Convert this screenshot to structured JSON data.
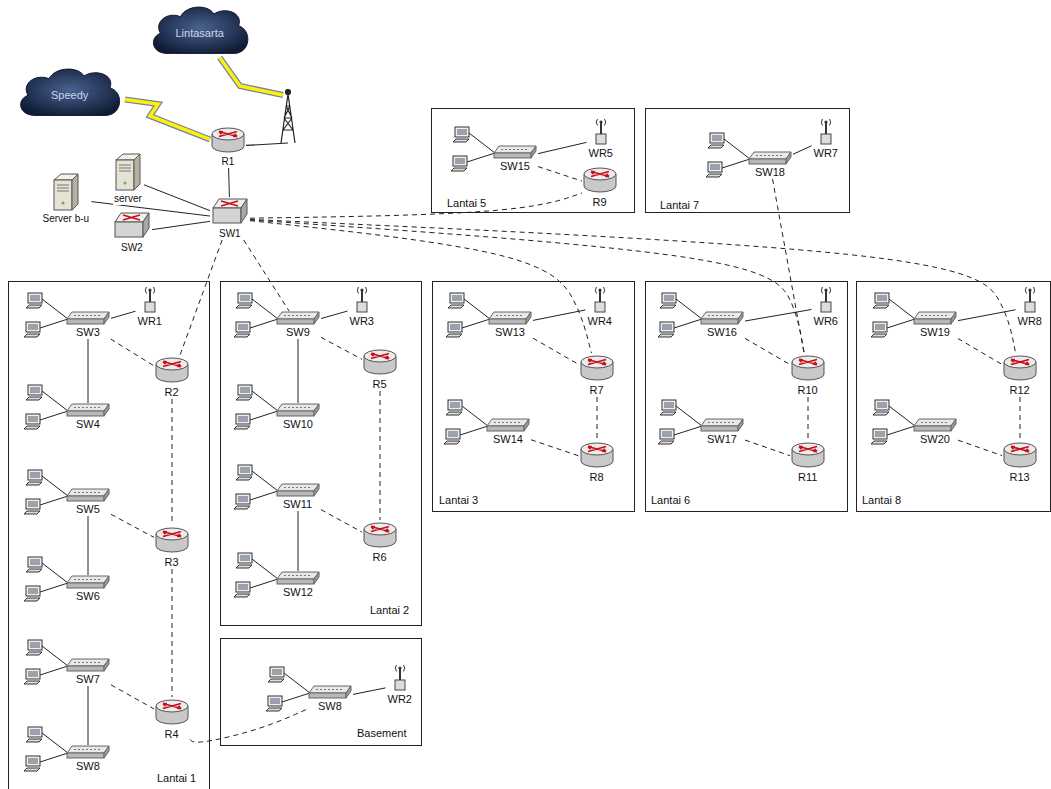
{
  "diagram": {
    "nodes": [
      {
        "text": [
          "Lintasarta"
        ]
      },
      {
        "text": [
          "Speedy"
        ]
      },
      {
        "text": [
          "R1"
        ]
      },
      {
        "text": [
          "server"
        ]
      },
      {
        "text": [
          "Server b-u"
        ]
      },
      {
        "text": [
          "SW1"
        ]
      },
      {
        "text": [
          "SW2"
        ]
      },
      {
        "text": [
          "Lantai 5"
        ]
      },
      {
        "text": [
          "SW15"
        ],
        "in": 7
      },
      {
        "text": [
          "WR5"
        ],
        "in": 7
      },
      {
        "text": [
          "R9"
        ],
        "in": 7
      },
      {
        "text": [
          "Lantai 7"
        ]
      },
      {
        "text": [
          "SW18"
        ],
        "in": 11
      },
      {
        "text": [
          "WR7"
        ],
        "in": 11
      },
      {
        "text": [
          "Lantai 1"
        ]
      },
      {
        "text": [
          "SW3"
        ],
        "in": 14
      },
      {
        "text": [
          "WR1"
        ],
        "in": 14
      },
      {
        "text": [
          "R2"
        ],
        "in": 14
      },
      {
        "text": [
          "SW4"
        ],
        "in": 14
      },
      {
        "text": [
          "SW5"
        ],
        "in": 14
      },
      {
        "text": [
          "R3"
        ],
        "in": 14
      },
      {
        "text": [
          "SW6"
        ],
        "in": 14
      },
      {
        "text": [
          "SW7"
        ],
        "in": 14
      },
      {
        "text": [
          "R4"
        ],
        "in": 14
      },
      {
        "text": [
          "SW8"
        ],
        "in": 14
      },
      {
        "text": [
          "Lantai 2"
        ]
      },
      {
        "text": [
          "SW9"
        ],
        "in": 25
      },
      {
        "text": [
          "WR3"
        ],
        "in": 25
      },
      {
        "text": [
          "R5"
        ],
        "in": 25
      },
      {
        "text": [
          "SW10"
        ],
        "in": 25
      },
      {
        "text": [
          "SW11"
        ],
        "in": 25
      },
      {
        "text": [
          "R6"
        ],
        "in": 25
      },
      {
        "text": [
          "SW12"
        ],
        "in": 25
      },
      {
        "text": [
          "Lantai 3"
        ]
      },
      {
        "text": [
          "SW13"
        ],
        "in": 33
      },
      {
        "text": [
          "WR4"
        ],
        "in": 33
      },
      {
        "text": [
          "R7"
        ],
        "in": 33
      },
      {
        "text": [
          "SW14"
        ],
        "in": 33
      },
      {
        "text": [
          "R8"
        ],
        "in": 33
      },
      {
        "text": [
          "Lantai 6"
        ]
      },
      {
        "text": [
          "SW16"
        ],
        "in": 39
      },
      {
        "text": [
          "WR6"
        ],
        "in": 39
      },
      {
        "text": [
          "R10"
        ],
        "in": 39
      },
      {
        "text": [
          "SW17"
        ],
        "in": 39
      },
      {
        "text": [
          "R11"
        ],
        "in": 39
      },
      {
        "text": [
          "Lantai 8"
        ]
      },
      {
        "text": [
          "SW19"
        ],
        "in": 45
      },
      {
        "text": [
          "WR8"
        ],
        "in": 45
      },
      {
        "text": [
          "R12"
        ],
        "in": 45
      },
      {
        "text": [
          "SW20"
        ],
        "in": 45
      },
      {
        "text": [
          "R13"
        ],
        "in": 45
      },
      {
        "text": [
          "Basement"
        ]
      },
      {
        "text": [
          "SW8"
        ],
        "in": 51
      },
      {
        "text": [
          "WR2"
        ],
        "in": 51
      }
    ],
    "edges": [
      {
        "from": 1,
        "to": 2,
        "arrow": "none"
      },
      {
        "from": 0,
        "to": 2,
        "arrow": "none"
      },
      {
        "from": 2,
        "to": 5,
        "arrow": "none"
      },
      {
        "from": 3,
        "to": 5,
        "arrow": "none"
      },
      {
        "from": 4,
        "to": 5,
        "arrow": "none"
      },
      {
        "from": 6,
        "to": 5,
        "arrow": "none"
      },
      {
        "from": 5,
        "to": 10,
        "arrow": "none"
      },
      {
        "from": 5,
        "to": 17,
        "arrow": "none"
      },
      {
        "from": 5,
        "to": 26,
        "arrow": "none"
      },
      {
        "from": 5,
        "to": 36,
        "arrow": "none"
      },
      {
        "from": 5,
        "to": 42,
        "arrow": "none"
      },
      {
        "from": 5,
        "to": 48,
        "arrow": "none"
      },
      {
        "from": 12,
        "to": 42,
        "arrow": "none"
      },
      {
        "from": 8,
        "to": 9,
        "arrow": "none"
      },
      {
        "from": 8,
        "to": 10,
        "arrow": "none"
      },
      {
        "from": 12,
        "to": 13,
        "arrow": "none"
      },
      {
        "from": 15,
        "to": 16,
        "arrow": "none"
      },
      {
        "from": 15,
        "to": 18,
        "arrow": "none"
      },
      {
        "from": 15,
        "to": 17,
        "arrow": "none"
      },
      {
        "from": 17,
        "to": 20,
        "arrow": "none"
      },
      {
        "from": 19,
        "to": 20,
        "arrow": "none"
      },
      {
        "from": 19,
        "to": 21,
        "arrow": "none"
      },
      {
        "from": 20,
        "to": 23,
        "arrow": "none"
      },
      {
        "from": 22,
        "to": 23,
        "arrow": "none"
      },
      {
        "from": 22,
        "to": 24,
        "arrow": "none"
      },
      {
        "from": 23,
        "to": 52,
        "arrow": "none"
      },
      {
        "from": 26,
        "to": 27,
        "arrow": "none"
      },
      {
        "from": 26,
        "to": 29,
        "arrow": "none"
      },
      {
        "from": 26,
        "to": 28,
        "arrow": "none"
      },
      {
        "from": 28,
        "to": 31,
        "arrow": "none"
      },
      {
        "from": 30,
        "to": 31,
        "arrow": "none"
      },
      {
        "from": 30,
        "to": 32,
        "arrow": "none"
      },
      {
        "from": 34,
        "to": 35,
        "arrow": "none"
      },
      {
        "from": 34,
        "to": 36,
        "arrow": "none"
      },
      {
        "from": 36,
        "to": 38,
        "arrow": "none"
      },
      {
        "from": 37,
        "to": 38,
        "arrow": "none"
      },
      {
        "from": 40,
        "to": 41,
        "arrow": "none"
      },
      {
        "from": 40,
        "to": 42,
        "arrow": "none"
      },
      {
        "from": 42,
        "to": 44,
        "arrow": "none"
      },
      {
        "from": 43,
        "to": 44,
        "arrow": "none"
      },
      {
        "from": 46,
        "to": 47,
        "arrow": "none"
      },
      {
        "from": 46,
        "to": 48,
        "arrow": "none"
      },
      {
        "from": 48,
        "to": 50,
        "arrow": "none"
      },
      {
        "from": 49,
        "to": 50,
        "arrow": "none"
      },
      {
        "from": 52,
        "to": 53,
        "arrow": "none"
      }
    ]
  }
}
